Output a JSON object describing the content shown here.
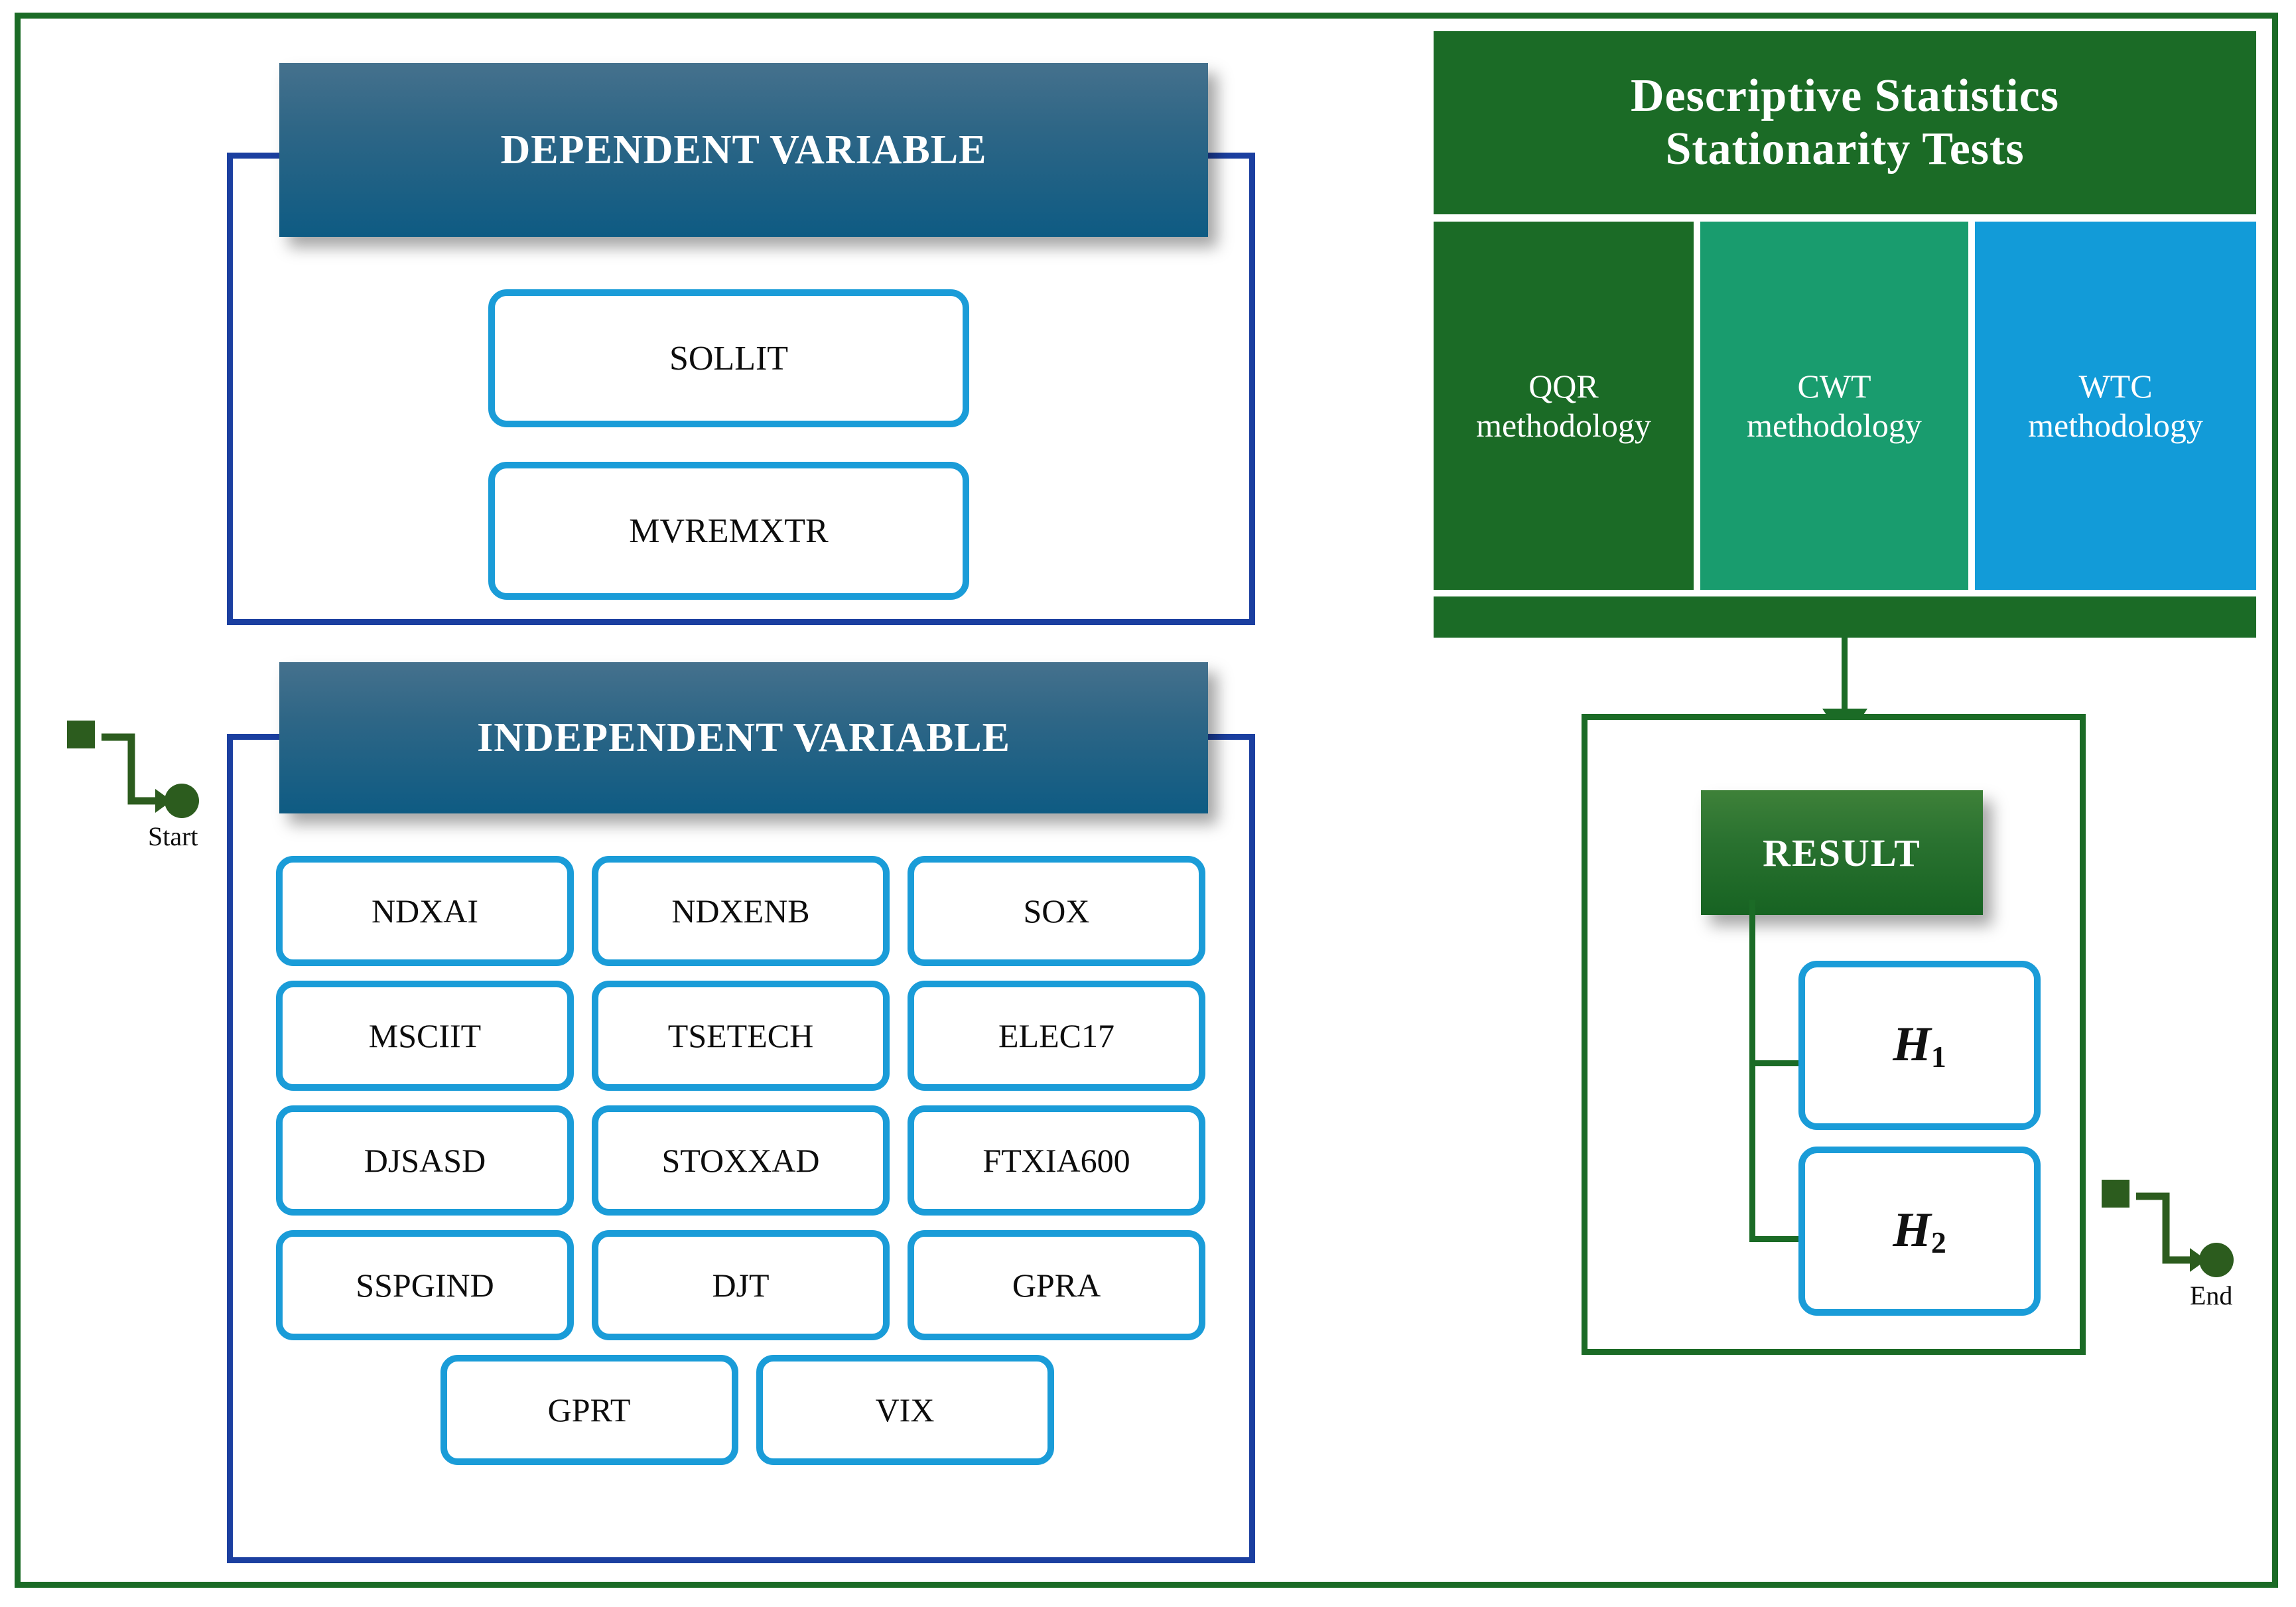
{
  "diagram": {
    "title": "Research framework flowchart",
    "colors": {
      "frame_green": "#1b6b26",
      "banner_blue_top": "#45718d",
      "banner_blue_bottom": "#0e5b83",
      "container_navy": "#1b3fa0",
      "rounded_box_blue": "#1a9cd8",
      "method_qqr": "#1b6b26",
      "method_cwt": "#199c6e",
      "method_wtc": "#129bd8",
      "result_green_top": "#3e8139",
      "result_green_bottom": "#176322",
      "marker_green": "#2c5c1e"
    }
  },
  "markers": {
    "start": {
      "label": "Start",
      "icon_square": "square-marker-icon",
      "icon_dot": "circle-node-icon",
      "icon_arrow": "arrow-right-icon"
    },
    "end": {
      "label": "End",
      "icon_square": "square-marker-icon",
      "icon_dot": "circle-node-icon",
      "icon_arrow": "arrow-right-icon"
    }
  },
  "dependent": {
    "banner": "DEPENDENT VARIABLE",
    "items": [
      "SOLLIT",
      "MVREMXTR"
    ]
  },
  "independent": {
    "banner": "INDEPENDENT VARIABLE",
    "rows": [
      [
        "NDXAI",
        "NDXENB",
        "SOX"
      ],
      [
        "MSCIIT",
        "TSETECH",
        "ELEC17"
      ],
      [
        "DJSASD",
        "STOXXAD",
        "FTXIA600"
      ],
      [
        "SSPGIND",
        "DJT",
        "GPRA"
      ],
      [
        "GPRT",
        "VIX"
      ]
    ],
    "items": [
      "NDXAI",
      "NDXENB",
      "SOX",
      "MSCIIT",
      "TSETECH",
      "ELEC17",
      "DJSASD",
      "STOXXAD",
      "FTXIA600",
      "SSPGIND",
      "DJT",
      "GPRA",
      "GPRT",
      "VIX"
    ]
  },
  "methods": {
    "title_line1": "Descriptive Statistics",
    "title_line2": "Stationarity Tests",
    "boxes": [
      {
        "name": "QQR",
        "line1": "QQR",
        "line2": "methodology"
      },
      {
        "name": "CWT",
        "line1": "CWT",
        "line2": "methodology"
      },
      {
        "name": "WTC",
        "line1": "WTC",
        "line2": "methodology"
      }
    ]
  },
  "result": {
    "banner": "RESULT",
    "hypotheses": [
      {
        "base": "H",
        "sub": "1"
      },
      {
        "base": "H",
        "sub": "2"
      }
    ]
  }
}
